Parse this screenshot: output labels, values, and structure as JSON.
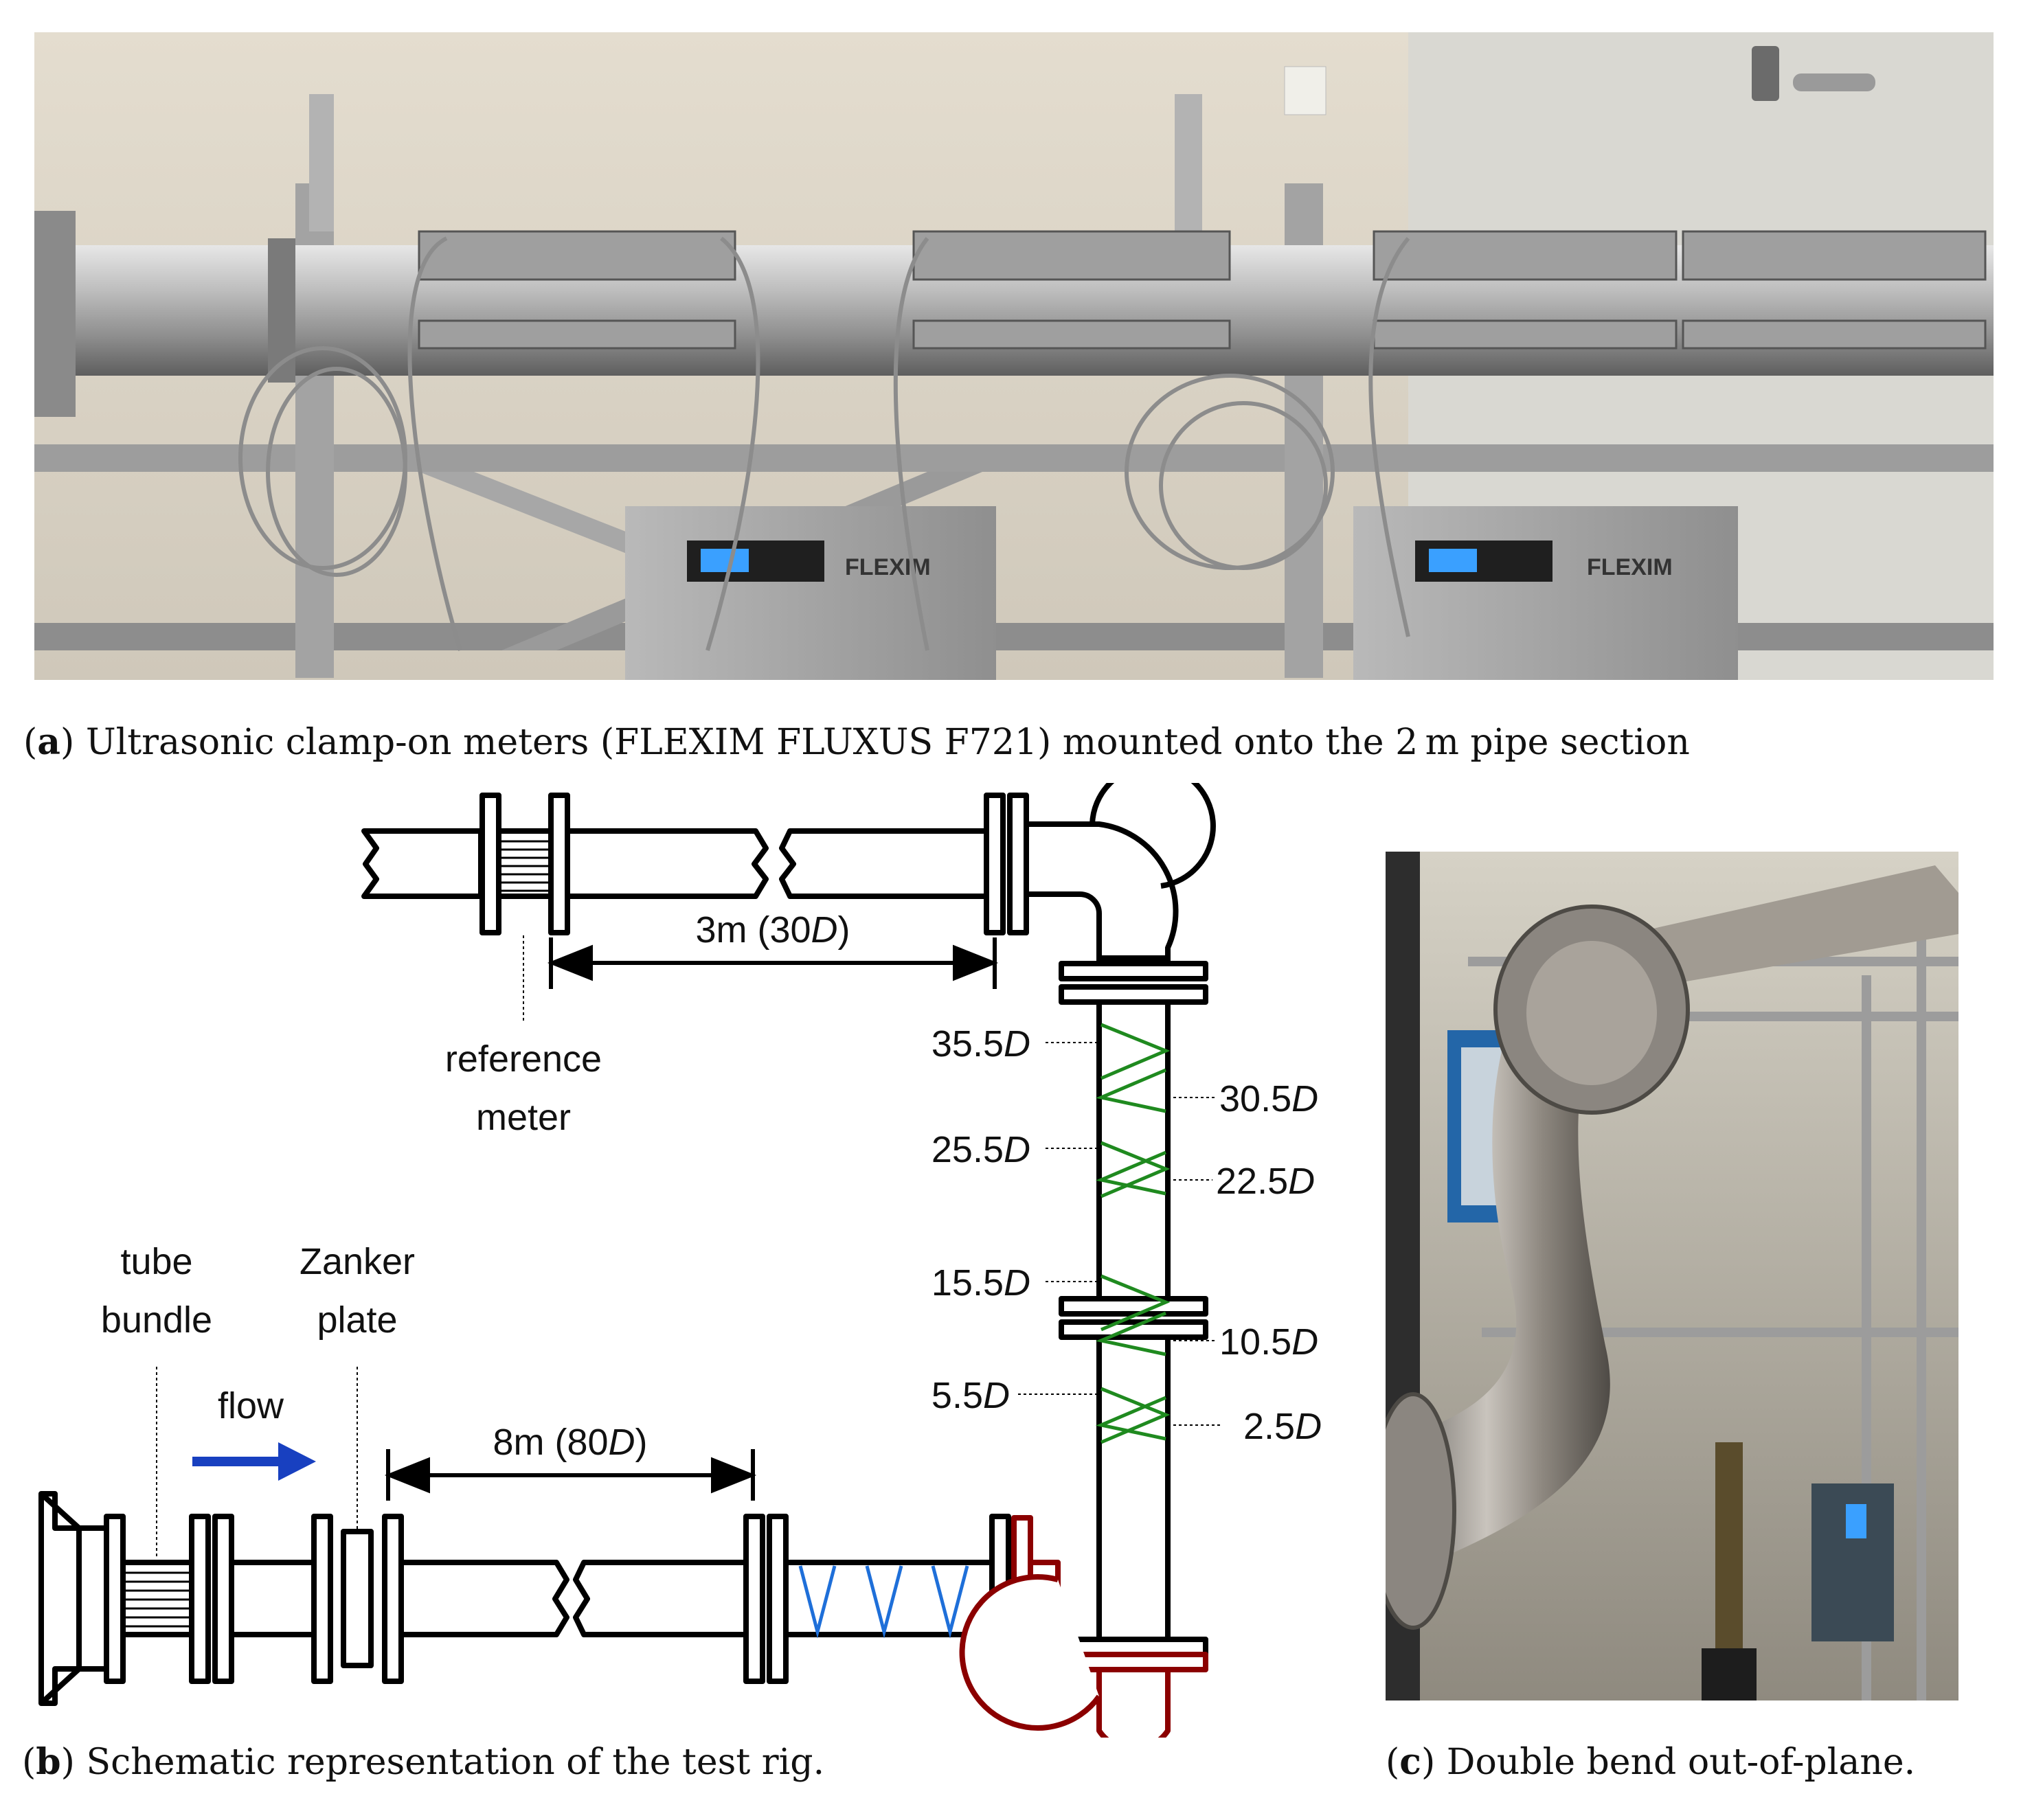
{
  "panel_a": {
    "letter": "a",
    "caption": "Ultrasonic clamp-on meters (FLEXIM FLUXUS F721) mounted onto the 2 m pipe section",
    "brand_left": "FLEXIM",
    "brand_right": "FLEXIM"
  },
  "panel_b": {
    "letter": "b",
    "caption": "Schematic representation of the test rig.",
    "labels": {
      "reference_1": "reference",
      "reference_2": "meter",
      "tube_1": "tube",
      "tube_2": "bundle",
      "zanker_1": "Zanker",
      "zanker_2": "plate",
      "flow": "flow",
      "dist_top_num": "3m (30",
      "dist_top_unit": "D",
      "dist_top_close": ")",
      "dist_bottom_num": "8m (80",
      "dist_bottom_unit": "D",
      "dist_bottom_close": ")"
    },
    "positions_left": [
      {
        "num": "35.5",
        "unit": "D"
      },
      {
        "num": "25.5",
        "unit": "D"
      },
      {
        "num": "15.5",
        "unit": "D"
      },
      {
        "num": "5.5",
        "unit": "D"
      }
    ],
    "positions_right": [
      {
        "num": "30.5",
        "unit": "D"
      },
      {
        "num": "22.5",
        "unit": "D"
      },
      {
        "num": "10.5",
        "unit": "D"
      },
      {
        "num": "2.5",
        "unit": "D"
      }
    ],
    "colors": {
      "pipe": "#000000",
      "bend": "#8b0000",
      "meter_paths_green": "#1f8a1f",
      "meter_paths_blue": "#1e6fd9",
      "flow_arrow": "#1840c0"
    }
  },
  "panel_c": {
    "letter": "c",
    "caption": "Double bend out-of-plane."
  }
}
